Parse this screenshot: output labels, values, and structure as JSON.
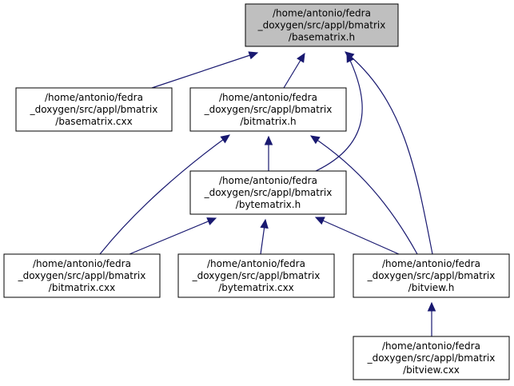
{
  "colors": {
    "edge": "#191970",
    "node_fill": "#ffffff",
    "highlight_fill": "#bfbfbf",
    "node_border": "#000000"
  },
  "nodes": [
    {
      "id": "basematrix_h",
      "lines": [
        "/home/antonio/fedra",
        "_doxygen/src/appl/bmatrix",
        "/basematrix.h"
      ],
      "highlight": true
    },
    {
      "id": "basematrix_cxx",
      "lines": [
        "/home/antonio/fedra",
        "_doxygen/src/appl/bmatrix",
        "/basematrix.cxx"
      ],
      "highlight": false
    },
    {
      "id": "bitmatrix_h",
      "lines": [
        "/home/antonio/fedra",
        "_doxygen/src/appl/bmatrix",
        "/bitmatrix.h"
      ],
      "highlight": false
    },
    {
      "id": "bytematrix_h",
      "lines": [
        "/home/antonio/fedra",
        "_doxygen/src/appl/bmatrix",
        "/bytematrix.h"
      ],
      "highlight": false
    },
    {
      "id": "bitmatrix_cxx",
      "lines": [
        "/home/antonio/fedra",
        "_doxygen/src/appl/bmatrix",
        "/bitmatrix.cxx"
      ],
      "highlight": false
    },
    {
      "id": "bytematrix_cxx",
      "lines": [
        "/home/antonio/fedra",
        "_doxygen/src/appl/bmatrix",
        "/bytematrix.cxx"
      ],
      "highlight": false
    },
    {
      "id": "bitview_h",
      "lines": [
        "/home/antonio/fedra",
        "_doxygen/src/appl/bmatrix",
        "/bitview.h"
      ],
      "highlight": false
    },
    {
      "id": "bitview_cxx",
      "lines": [
        "/home/antonio/fedra",
        "_doxygen/src/appl/bmatrix",
        "/bitview.cxx"
      ],
      "highlight": false
    }
  ],
  "edges": [
    {
      "from": "basematrix_cxx",
      "to": "basematrix_h"
    },
    {
      "from": "bitmatrix_h",
      "to": "basematrix_h"
    },
    {
      "from": "bytematrix_h",
      "to": "basematrix_h"
    },
    {
      "from": "bitview_h",
      "to": "basematrix_h"
    },
    {
      "from": "bitmatrix_cxx",
      "to": "bitmatrix_h"
    },
    {
      "from": "bytematrix_h",
      "to": "bitmatrix_h"
    },
    {
      "from": "bitview_h",
      "to": "bitmatrix_h"
    },
    {
      "from": "bitmatrix_cxx",
      "to": "bytematrix_h"
    },
    {
      "from": "bytematrix_cxx",
      "to": "bytematrix_h"
    },
    {
      "from": "bitview_h",
      "to": "bytematrix_h"
    },
    {
      "from": "bitview_cxx",
      "to": "bitview_h"
    }
  ]
}
